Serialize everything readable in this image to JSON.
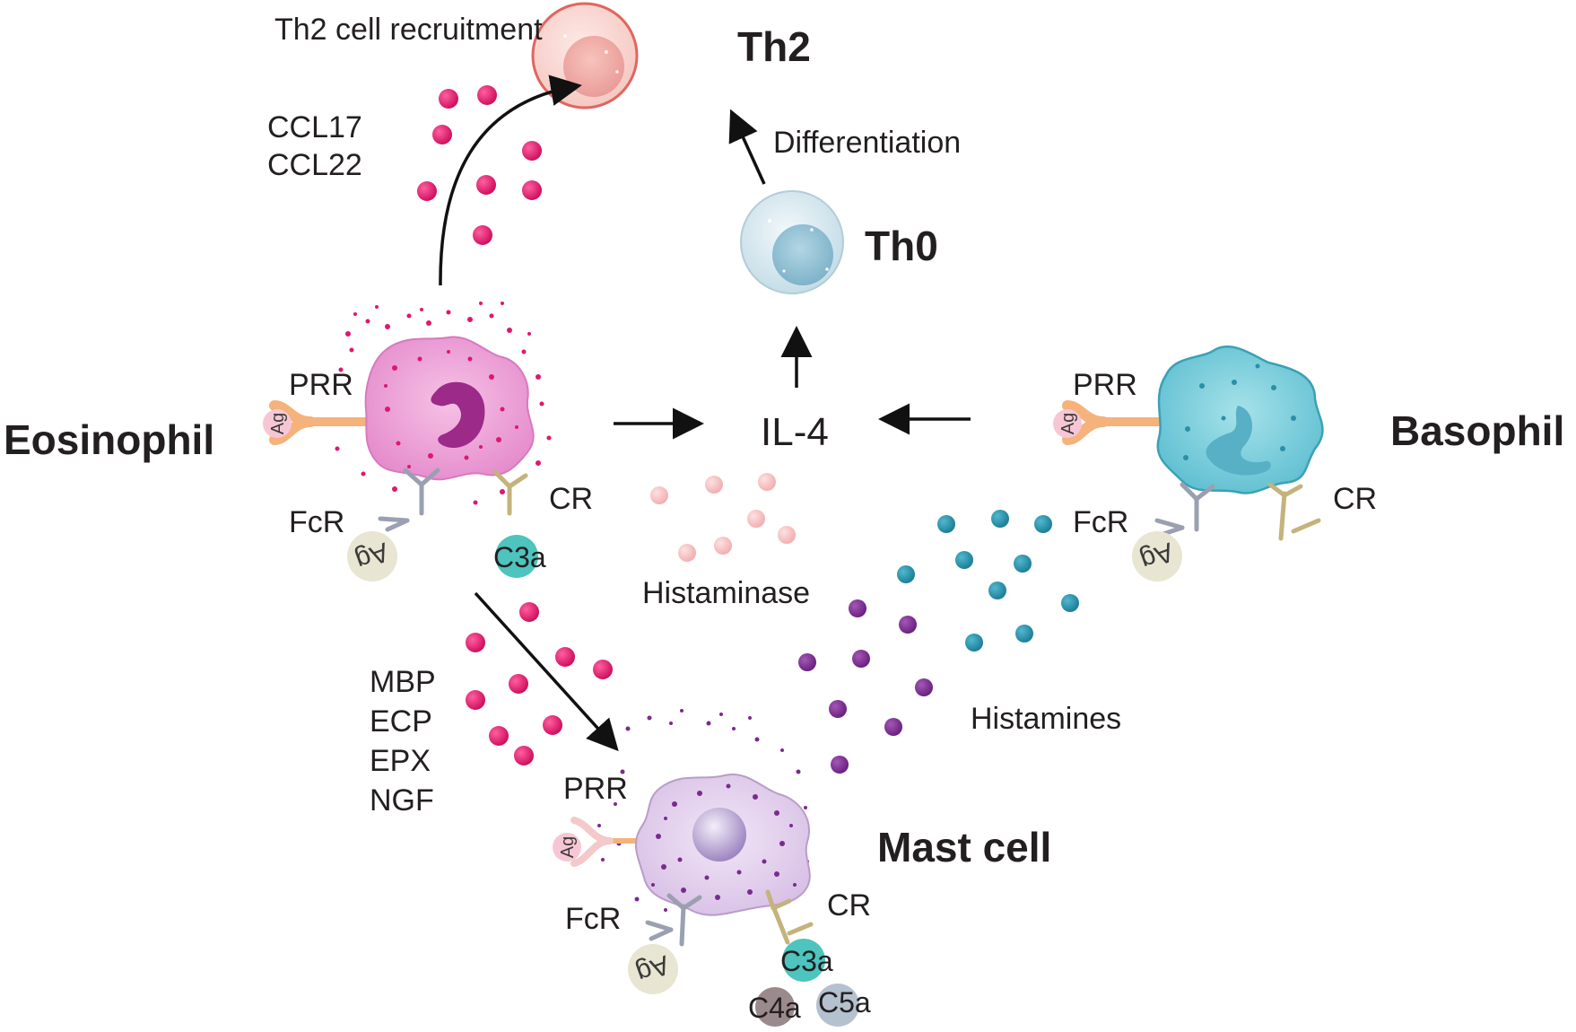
{
  "cells": {
    "th2": "Th2",
    "th0": "Th0",
    "eosinophil": "Eosinophil",
    "basophil": "Basophil",
    "mast_cell": "Mast cell"
  },
  "labels": {
    "th2_recruitment": "Th2 cell recruitment",
    "differentiation": "Differentiation",
    "ccl17": "CCL17",
    "ccl22": "CCL22",
    "il4": "IL-4",
    "histaminase": "Histaminase",
    "histamines": "Histamines",
    "mbp": "MBP",
    "ecp": "ECP",
    "epx": "EPX",
    "ngf": "NGF"
  },
  "receptors": {
    "prr": "PRR",
    "fcr": "FcR",
    "cr": "CR",
    "ag": "Ag"
  },
  "complement": {
    "c3a": "C3a",
    "c4a": "C4a",
    "c5a": "C5a"
  },
  "colors": {
    "eosinophil": "#e99bd2",
    "eosinophil_nucleus": "#9b2a88",
    "granule_magenta": "#e0166f",
    "basophil": "#7ccfdc",
    "basophil_dot": "#2b8fa6",
    "mast_cell": "#e3d1ec",
    "histamine_purple": "#7a2a8f",
    "histaminase_pink": "#f4bfc0",
    "th2": "#f3b3ad",
    "th0": "#c9e2ec",
    "c3a": "#4dc4bd",
    "c4a": "#9b8a8c",
    "c5a": "#b4c1cf",
    "ag_olive": "#e8e6d2",
    "receptor_grey": "#9aa0b1",
    "receptor_tan": "#c3b37c",
    "prr_orange": "#f5b27a"
  }
}
